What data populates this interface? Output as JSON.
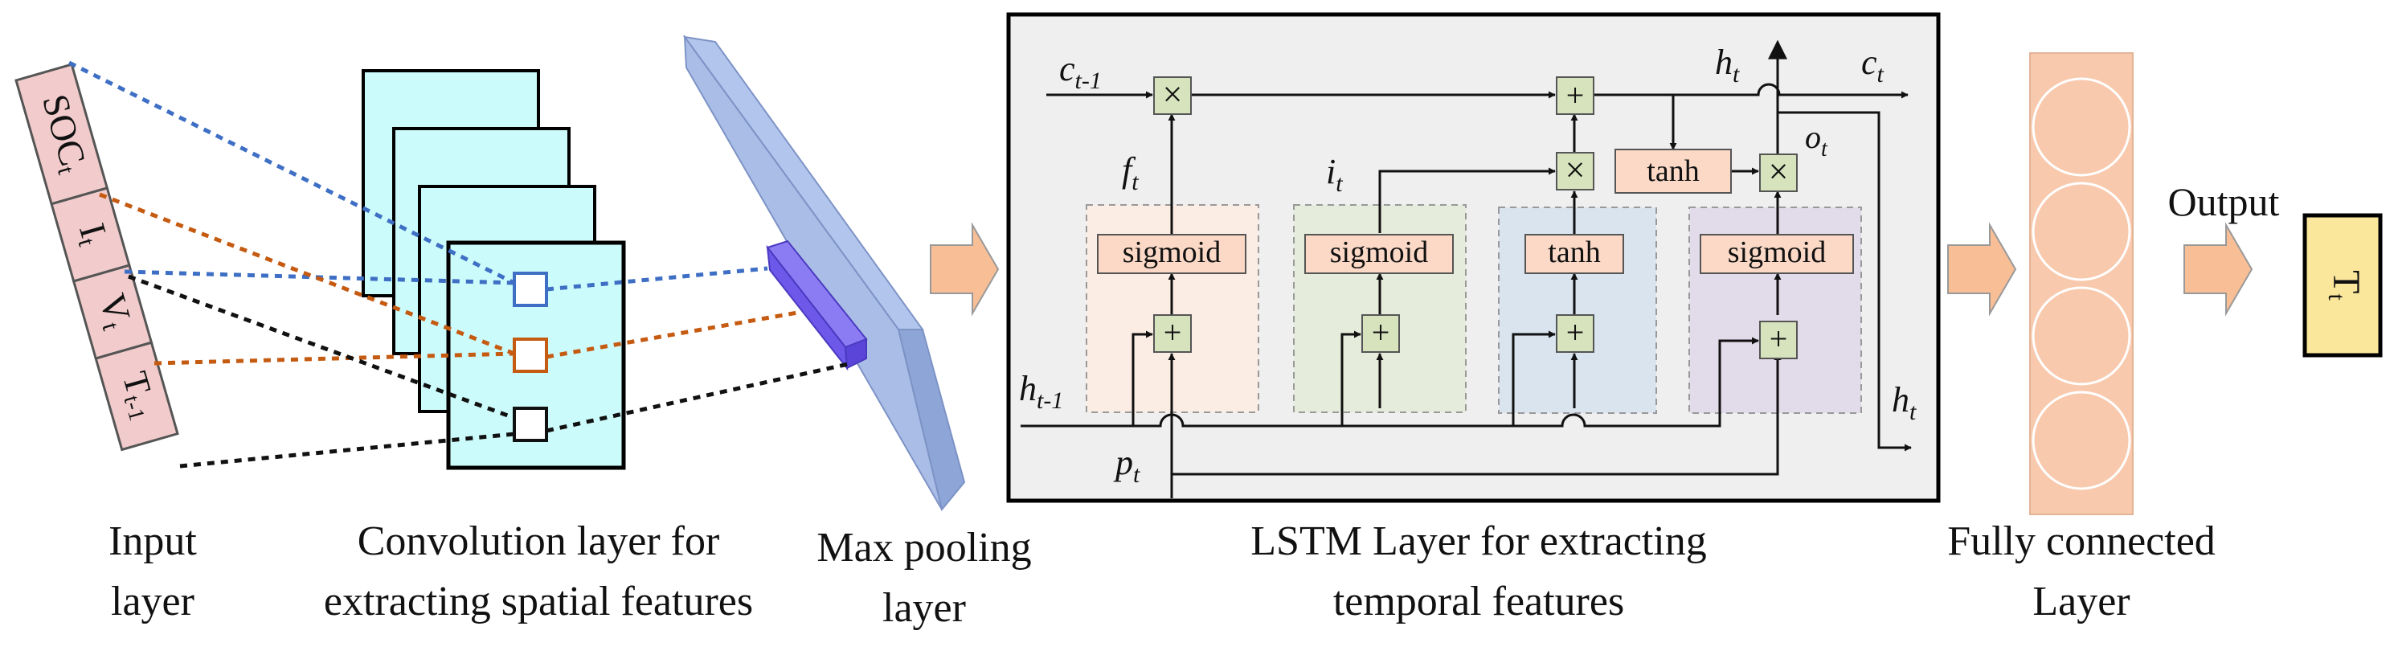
{
  "colors": {
    "input_cell": "#f2cccc",
    "conv_fill": "#ccfbfb",
    "pool_fill": "#a9bde6",
    "pool_window": "#7a67f0",
    "lstm_bg": "#efefef",
    "gate_f": "#fbece4",
    "gate_i": "#e5ecdb",
    "gate_g": "#d9e4ef",
    "gate_o": "#e2dbe9",
    "op_node": "#d6e3bd",
    "activation": "#fbd9c6",
    "fc_fill": "#f9c9ad",
    "output_fill": "#fbe79c",
    "arrow_fill": "#f8be96",
    "link_blue": "#3e6fc4",
    "link_orange": "#c55a11",
    "link_black": "#111111"
  },
  "input_layer": {
    "cells": [
      "SOC",
      "I",
      "V",
      "T"
    ],
    "subscripts": [
      "t",
      "t",
      "t",
      "t-1"
    ],
    "caption": [
      "Input",
      "layer"
    ]
  },
  "conv_layer": {
    "caption": [
      "Convolution layer for",
      "extracting spatial features"
    ]
  },
  "pool_layer": {
    "caption": [
      "Max pooling",
      "layer"
    ]
  },
  "lstm": {
    "caption": [
      "LSTM Layer for extracting",
      "temporal features"
    ],
    "labels": {
      "c_prev": "c",
      "c_prev_sub": "t-1",
      "c_out": "c",
      "c_out_sub": "t",
      "h_top": "h",
      "h_top_sub": "t",
      "h_prev": "h",
      "h_prev_sub": "t-1",
      "h_out": "h",
      "h_out_sub": "t",
      "f": "f",
      "f_sub": "t",
      "i": "i",
      "i_sub": "t",
      "o": "o",
      "o_sub": "t",
      "p": "p",
      "p_sub": "t"
    },
    "gates": [
      "sigmoid",
      "sigmoid",
      "tanh",
      "sigmoid"
    ],
    "cell_tanh": "tanh",
    "op_multiply": "×",
    "op_add": "+"
  },
  "fc_layer": {
    "caption": [
      "Fully connected",
      "Layer"
    ]
  },
  "output": {
    "label": "Output",
    "value": "T",
    "value_sub": "t"
  }
}
